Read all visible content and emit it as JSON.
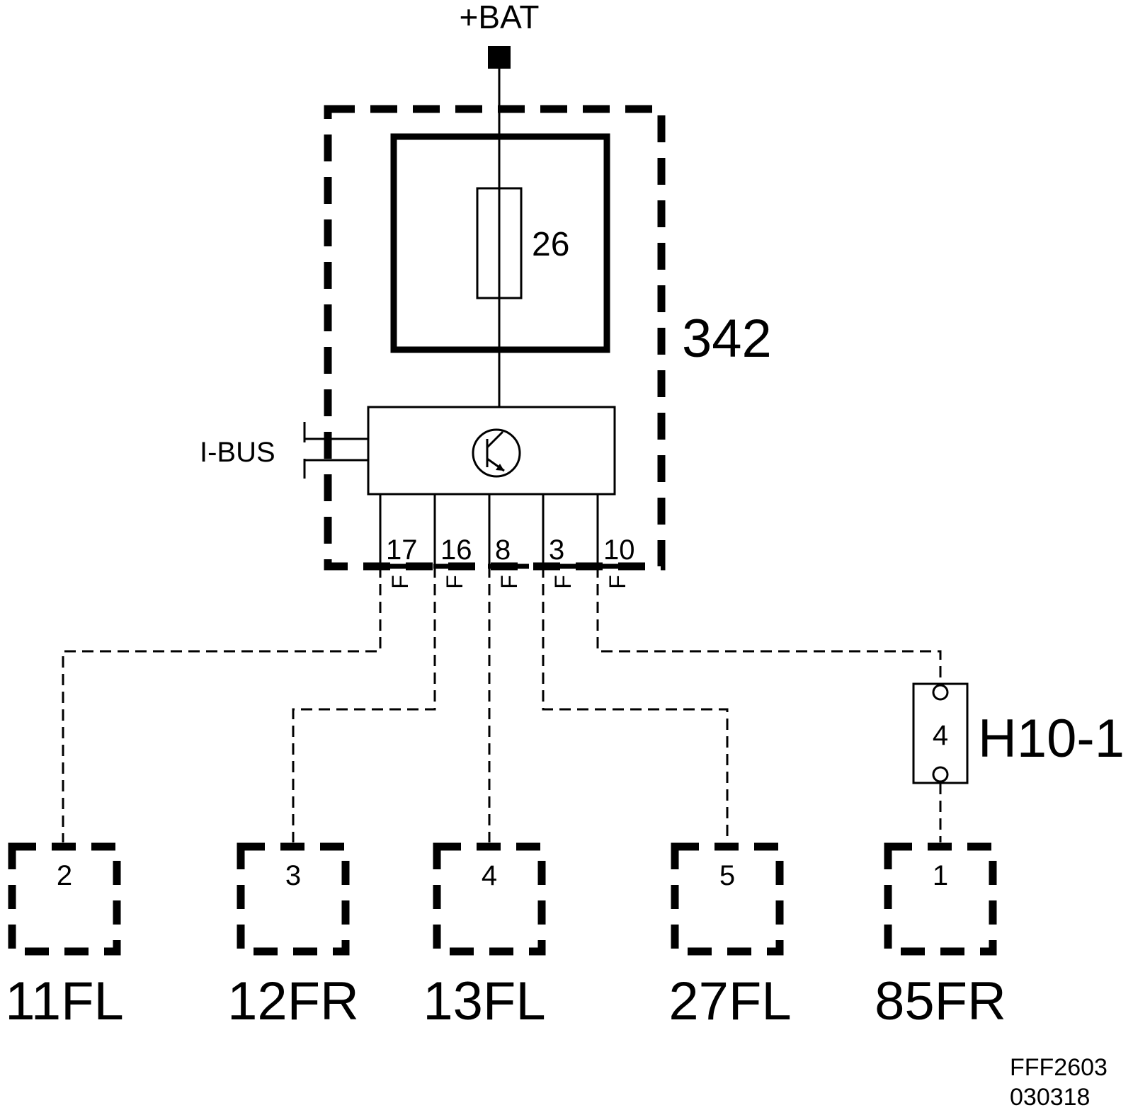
{
  "supply": {
    "label": "+BAT"
  },
  "control_unit": {
    "id": "342"
  },
  "fuse": {
    "number": "26"
  },
  "bus": {
    "label": "I-BUS"
  },
  "pins": [
    {
      "number": "17",
      "wire": "F"
    },
    {
      "number": "16",
      "wire": "F"
    },
    {
      "number": "8",
      "wire": "F"
    },
    {
      "number": "3",
      "wire": "F"
    },
    {
      "number": "10",
      "wire": "F"
    }
  ],
  "connector": {
    "id": "H10-1",
    "pin": "4"
  },
  "loads": [
    {
      "pin": "2",
      "label": "11FL"
    },
    {
      "pin": "3",
      "label": "12FR"
    },
    {
      "pin": "4",
      "label": "13FL"
    },
    {
      "pin": "5",
      "label": "27FL"
    },
    {
      "pin": "1",
      "label": "85FR"
    }
  ],
  "footer": {
    "code": "FFF2603",
    "date": "030318"
  }
}
